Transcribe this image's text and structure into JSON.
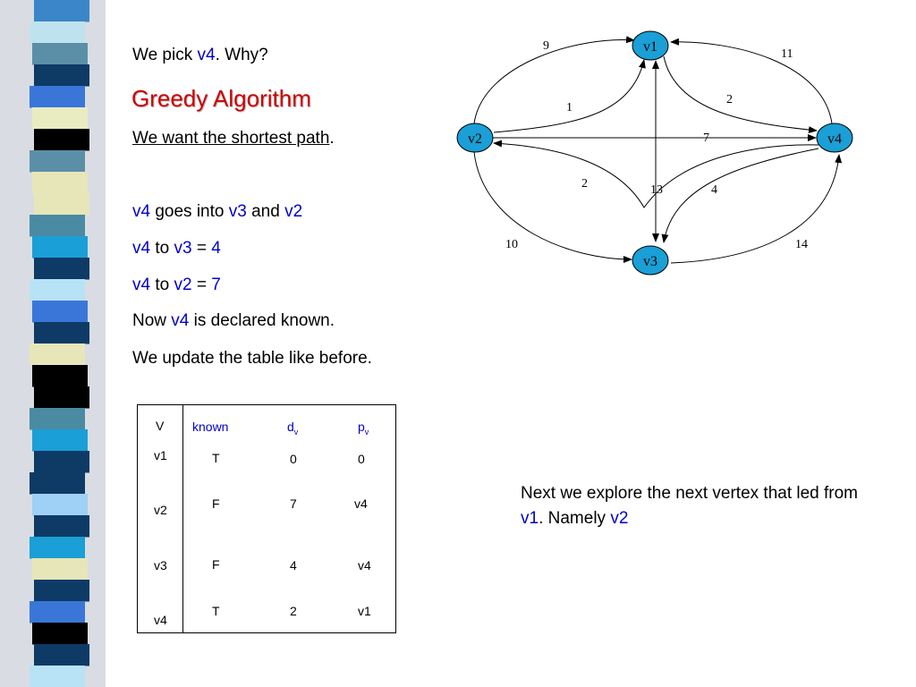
{
  "stripes": [
    "#3a86c8",
    "#bfe3ee",
    "#5b8fa8",
    "#0e3a66",
    "#3a76d8",
    "#e9ecc0",
    "#000000",
    "#5b8fa8",
    "#e6e6b8",
    "#e6e6b8",
    "#4b8aa3",
    "#1a9fd6",
    "#0e3a66",
    "#b8e2f5",
    "#3a76d8",
    "#0e3a66",
    "#e6e6b8",
    "#000000",
    "#000000",
    "#4b8aa3",
    "#1a9fd6",
    "#0e3a66",
    "#0e3a66",
    "#9fd0f5",
    "#0e3a66",
    "#1a9fd6",
    "#e6e6b8",
    "#0e3a66",
    "#3a76d8",
    "#000000",
    "#0e3a66",
    "#b8e2f5"
  ],
  "body": {
    "line1": {
      "a": "We pick ",
      "b": "v4",
      "c": ".  Why?"
    },
    "heading": "Greedy Algorithm",
    "line3": {
      "a": "We want the shortest path",
      "b": "."
    },
    "line4": {
      "a": "v4",
      "b": " goes into ",
      "c": "v3",
      "d": " and ",
      "e": "v2"
    },
    "line5": {
      "a": "v4",
      "b": " to ",
      "c": "v3",
      "d": " = ",
      "e": "4"
    },
    "line6": {
      "a": "v4",
      "b": " to ",
      "c": "v2",
      "d": " = ",
      "e": "7"
    },
    "line7": {
      "a": "Now ",
      "b": "v4",
      "c": " is declared known."
    },
    "line8": "We update the table like before."
  },
  "graph": {
    "nodes": {
      "v1": "v1",
      "v2": "v2",
      "v3": "v3",
      "v4": "v4"
    },
    "node_color": "#1a9fd6",
    "edges": {
      "v2_v1_outer": "9",
      "v2_v1_inner": "1",
      "v4_v1_outer": "11",
      "v1_v4_inner": "2",
      "v2_v4": "7",
      "v4_v2_inner": "2",
      "v1_v3": "13",
      "v4_v3_inner": "4",
      "v2_v3_outer": "10",
      "v3_v4_outer": "14"
    }
  },
  "table": {
    "headers": {
      "v": "V",
      "known": "known",
      "d": "d",
      "d_sub": "v",
      "p": "p",
      "p_sub": "v"
    },
    "rows": [
      {
        "v": "v1",
        "known": "T",
        "d": "0",
        "p": "0"
      },
      {
        "v": "v2",
        "known": "F",
        "d": "7",
        "p": "v4"
      },
      {
        "v": "v3",
        "known": "F",
        "d": "4",
        "p": "v4"
      },
      {
        "v": "v4",
        "known": "T",
        "d": "2",
        "p": "v1"
      }
    ]
  },
  "note": {
    "a": "Next we explore the next vertex that led from ",
    "b": "v1",
    "c": ".  Namely ",
    "d": "v2"
  }
}
